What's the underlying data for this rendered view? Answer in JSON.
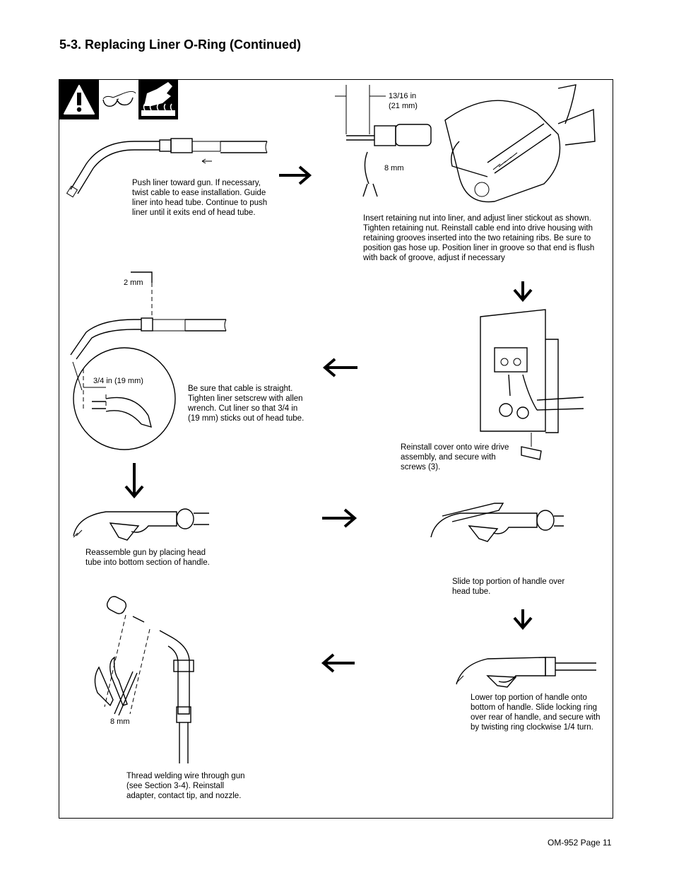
{
  "page": {
    "title": "5-3.   Replacing Liner O-Ring (Continued)",
    "footer": "OM-952 Page 11"
  },
  "steps": {
    "push_liner": "Push liner toward gun. If necessary, twist cable to ease installation. Guide liner into head tube. Continue to push liner until it exits end of head tube.",
    "insert_nut": "Insert retaining nut into liner, and adjust liner stickout as shown. Tighten retaining nut. Reinstall cable end into drive housing with retaining grooves inserted into the two retaining ribs. Be sure to position gas hose up. Position liner in groove so that end is flush with back of groove, adjust if necessary",
    "cable_straight": "Be sure that cable is straight. Tighten liner setscrew with allen wrench. Cut liner so that 3/4 in (19 mm) sticks out of head tube.",
    "reinstall_cover": "Reinstall cover onto wire drive assembly, and secure with screws (3).",
    "reassemble_gun": "Reassemble gun by placing head tube into bottom section of handle.",
    "slide_top": "Slide top portion of handle over head tube.",
    "lower_top": "Lower top portion of handle onto bottom of handle. Slide locking ring over rear of handle, and secure with by twisting ring clockwise 1/4 turn.",
    "thread_wire": "Thread welding wire through gun (see Section 3-4). Reinstall adapter, contact tip, and nozzle."
  },
  "labels": {
    "stickout_in": "13/16 in",
    "stickout_mm": "(21 mm)",
    "wrench_8mm_top": "8 mm",
    "allen_2mm": "2 mm",
    "cut_length": "3/4 in (19 mm)",
    "wrench_8mm_bottom": "8 mm"
  },
  "icons": [
    "warning-icon",
    "safety-glasses-icon",
    "hot-surface-icon"
  ],
  "colors": {
    "ink": "#000000",
    "paper": "#ffffff"
  }
}
